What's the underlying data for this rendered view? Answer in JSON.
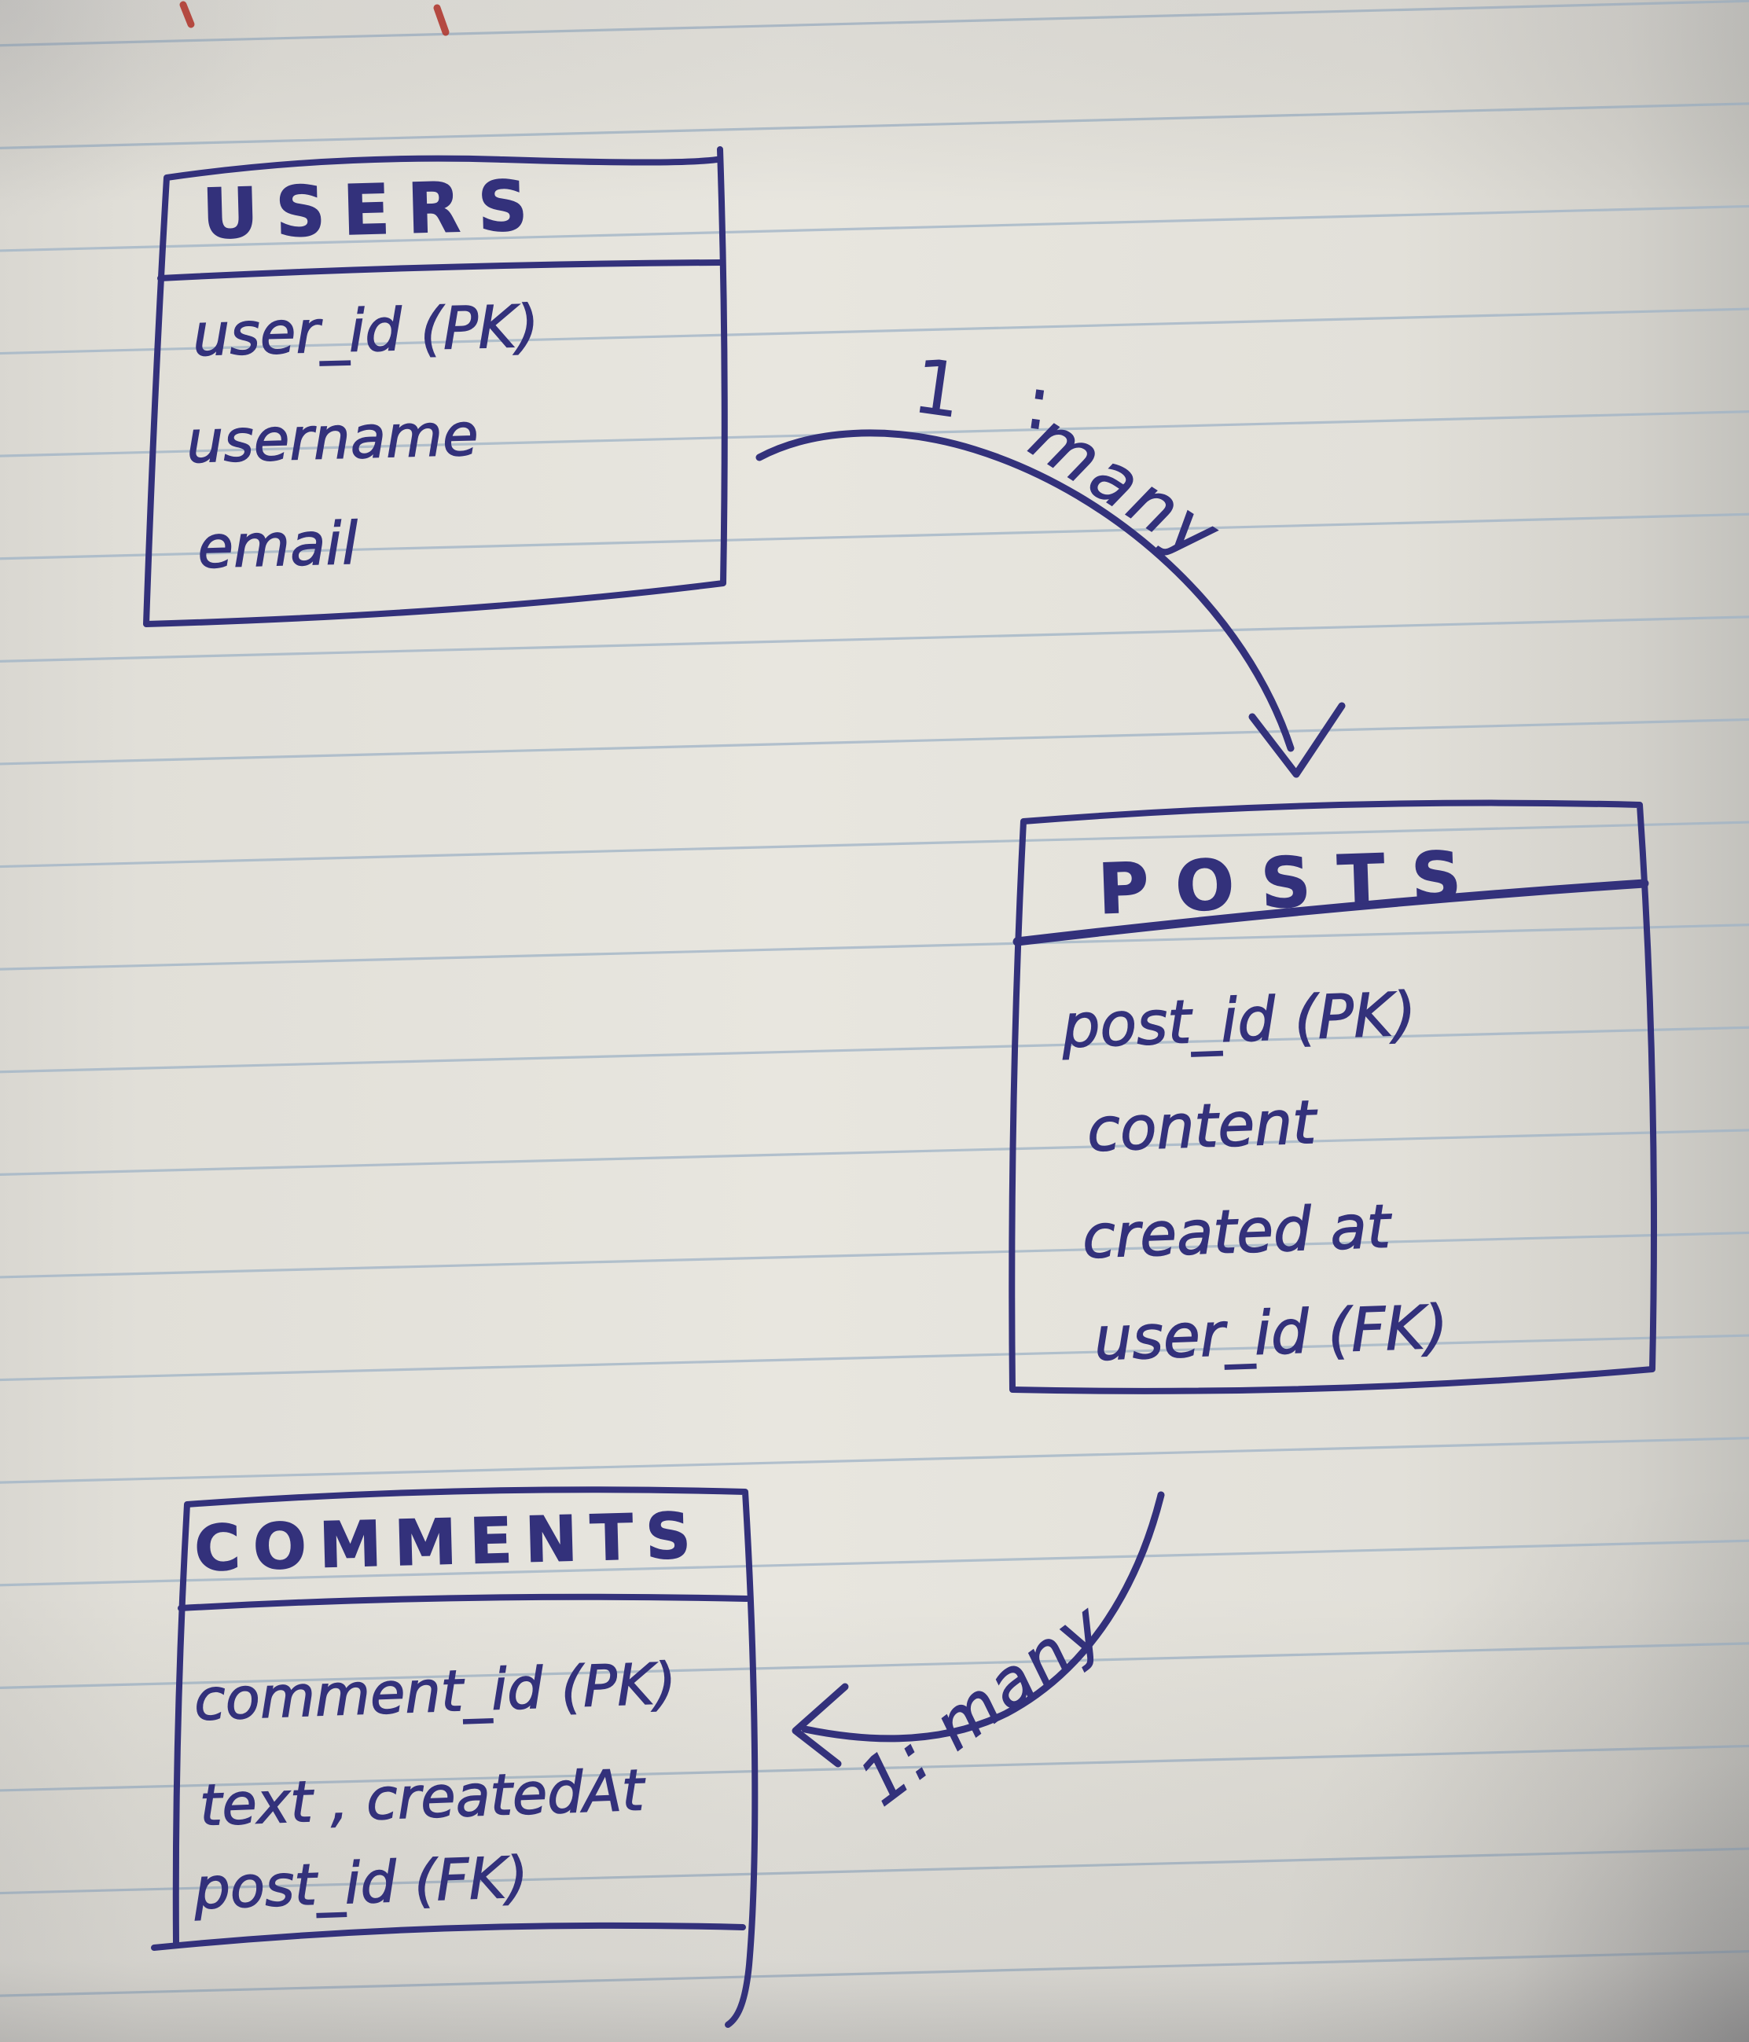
{
  "tables": [
    {
      "name": "USERS",
      "fields": [
        "user_id (PK)",
        "username",
        "email"
      ]
    },
    {
      "name": "POSTS",
      "fields": [
        "post_id (PK)",
        "content",
        "created at",
        "user_id (FK)"
      ]
    },
    {
      "name": "COMMENTS",
      "fields": [
        "comment_id (PK)",
        "text , createdAt",
        "post_id (FK)"
      ]
    }
  ],
  "relationships": [
    {
      "from": "USERS",
      "to": "POSTS",
      "label_one": "1 :",
      "label_many": "many"
    },
    {
      "from": "POSTS",
      "to": "COMMENTS",
      "label": "1: many"
    }
  ],
  "colors": {
    "ink": "#33317b",
    "ruled_line": "#9fb3c6",
    "paper": "#e6e4dd",
    "red_mark": "#b03a31"
  }
}
